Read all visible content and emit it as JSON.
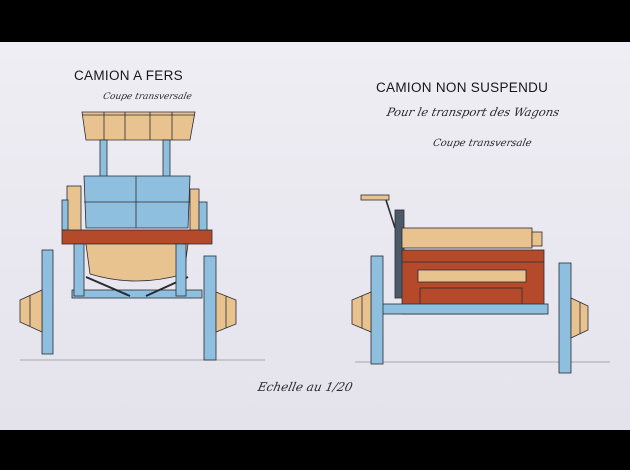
{
  "left_drawing": {
    "title": "CAMION A FERS",
    "subtitle": "Coupe transversale"
  },
  "right_drawing": {
    "title": "CAMION NON SUSPENDU",
    "subtitle": "Pour le transport des Wagons",
    "caption": "Coupe transversale"
  },
  "scale_note": "Echelle au 1/20",
  "colors": {
    "wood": "#e9c38f",
    "iron": "#8ebfdf",
    "red_wood": "#b54a2a",
    "ink": "#2b2b33",
    "paper": "#ecebf1"
  }
}
